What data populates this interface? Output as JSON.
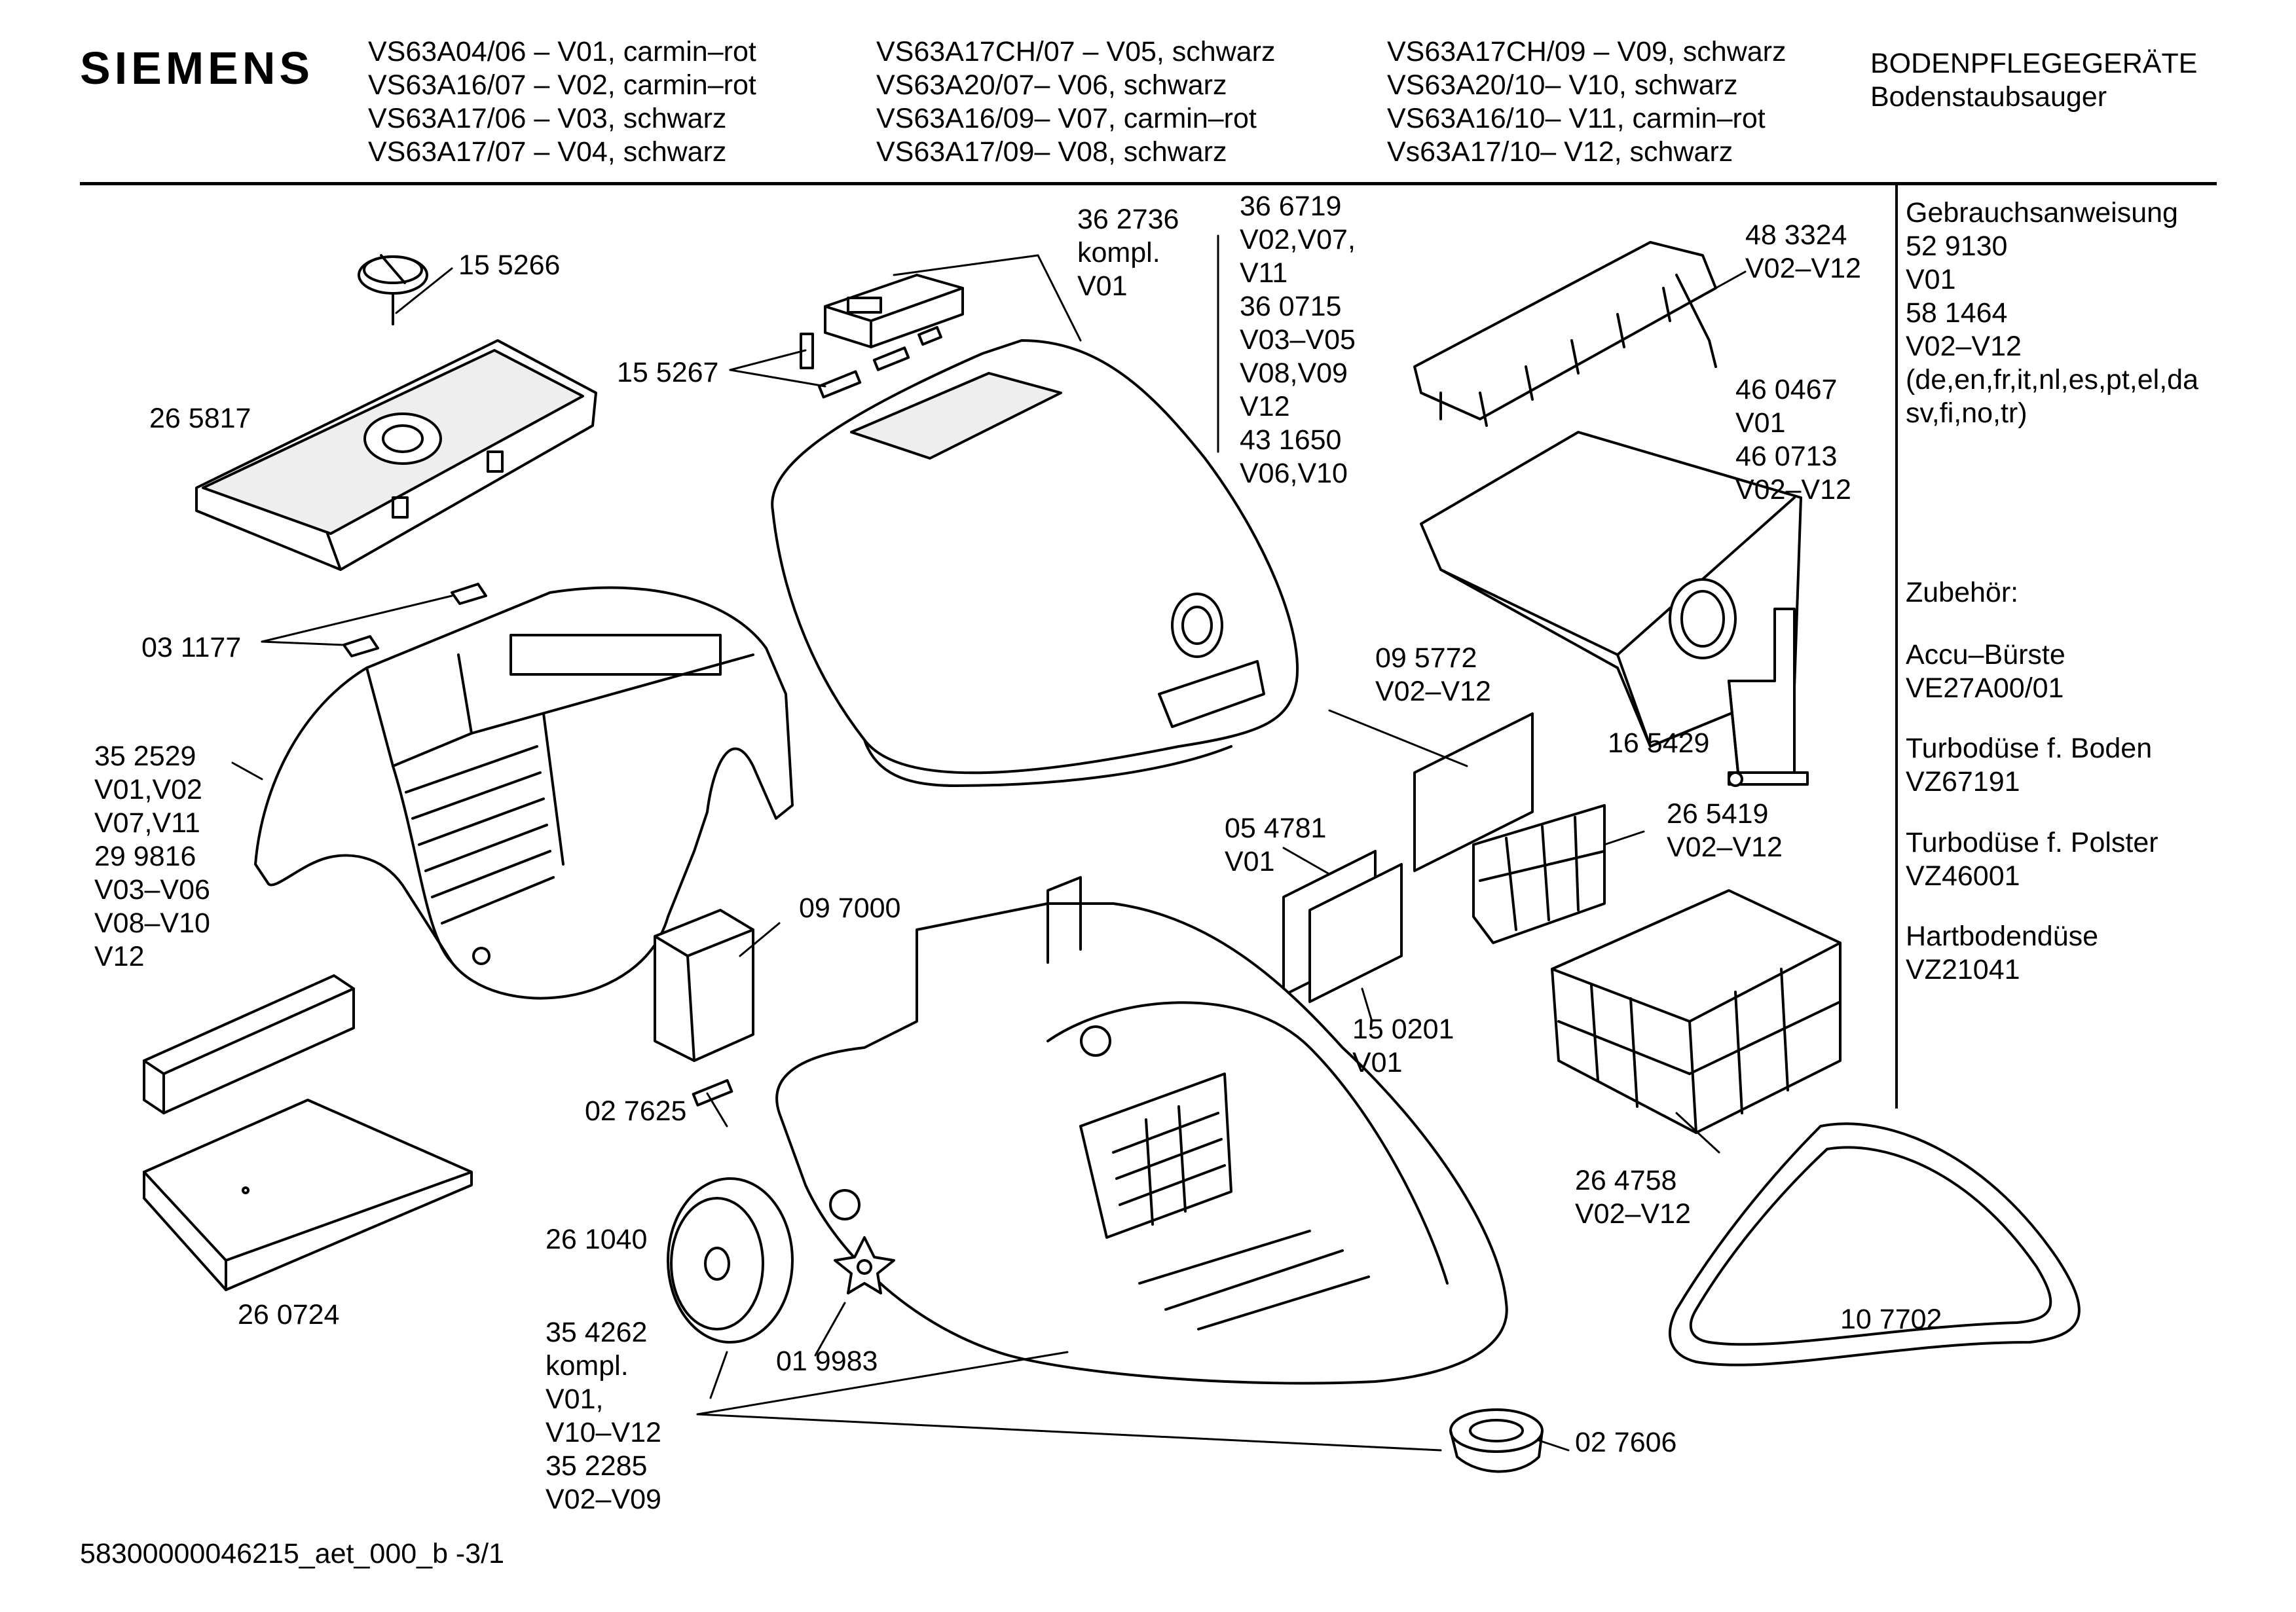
{
  "brand": "SIEMENS",
  "header_models": [
    [
      "VS63A04/06 – V01, carmin–rot",
      "VS63A16/07 – V02, carmin–rot",
      "VS63A17/06 – V03, schwarz",
      "VS63A17/07 – V04, schwarz"
    ],
    [
      "VS63A17CH/07 – V05, schwarz",
      "VS63A20/07",
      "VS63A16/09",
      "VS63A17/09"
    ],
    [
      "VS63A17CH/09 – V09, schwarz",
      "VS63A20/10",
      "VS63A16/10",
      "Vs63A17/10"
    ]
  ],
  "header_variants_col2": [
    "– V06, schwarz",
    "– V07, carmin–rot",
    "– V08, schwarz"
  ],
  "header_variants_col3": [
    "– V10, schwarz",
    "– V11, carmin–rot",
    "– V12, schwarz"
  ],
  "category": "BODENPFLEGEGERÄTE",
  "subcategory": "Bodenstaubsauger",
  "sidebar": {
    "manual_title": "Gebrauchsanweisung",
    "manual_lines": [
      "52 9130",
      "V01",
      "58 1464",
      "V02–V12",
      "(de,en,fr,it,nl,es,pt,el,da",
      "sv,fi,no,tr)"
    ],
    "accessories_title": "Zubehör:",
    "accessories": [
      {
        "name": "Accu–Bürste",
        "code": "VE27A00/01"
      },
      {
        "name": "Turbodüse f. Boden",
        "code": "VZ67191"
      },
      {
        "name": "Turbodüse f. Polster",
        "code": "VZ46001"
      },
      {
        "name": "Hartbodendüse",
        "code": "VZ21041"
      }
    ]
  },
  "parts": {
    "p155266": [
      "15 5266"
    ],
    "p265817": [
      "26 5817"
    ],
    "p311177": [
      "03 1177"
    ],
    "p352529": [
      "35 2529",
      "V01,V02",
      "V07,V11",
      "29 9816",
      "V03–V06",
      "V08–V10",
      "V12"
    ],
    "p155267": [
      "15 5267"
    ],
    "p362736": [
      "36 2736",
      "kompl.",
      "V01"
    ],
    "p366719": [
      "36 6719",
      "V02,V07,",
      "V11",
      "36 0715",
      "V03–V05",
      "V08,V09",
      "V12",
      "43 1650",
      "V06,V10"
    ],
    "p483324": [
      "48 3324",
      "V02–V12"
    ],
    "p460467": [
      "46 0467",
      "V01",
      "46 0713",
      "V02–V12"
    ],
    "p095772": [
      "09 5772",
      "V02–V12"
    ],
    "p165429": [
      "16 5429"
    ],
    "p054781": [
      "05 4781",
      "V01"
    ],
    "p265419": [
      "26 5419",
      "V02–V12"
    ],
    "p097000": [
      "09 7000"
    ],
    "p150201": [
      "15 0201",
      "V01"
    ],
    "p027625": [
      "02 7625"
    ],
    "p261040": [
      "26 1040"
    ],
    "p264758": [
      "26 4758",
      "V02–V12"
    ],
    "p260724": [
      "26 0724"
    ],
    "p354262": [
      "35 4262",
      "kompl.",
      "V01,",
      "V10–V12",
      "35 2285",
      "V02–V09"
    ],
    "p019983": [
      "01 9983"
    ],
    "p107702": [
      "10 7702"
    ],
    "p027606": [
      "02 7606"
    ]
  },
  "footer": "58300000046215_aet_000_b -3/1"
}
